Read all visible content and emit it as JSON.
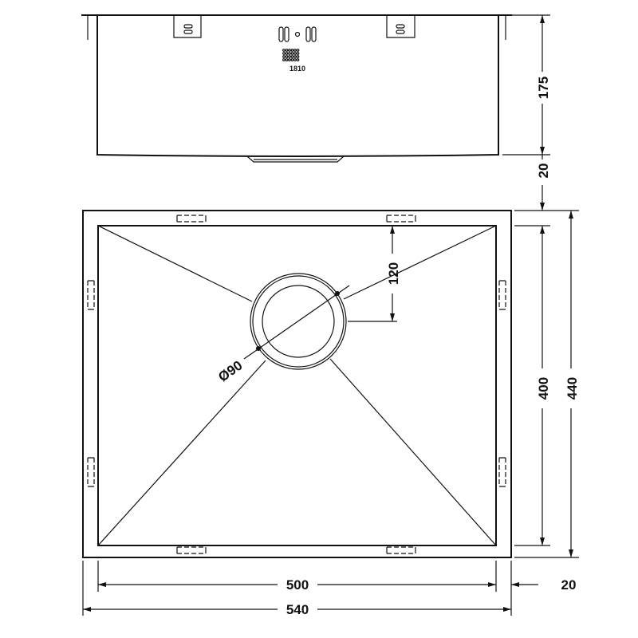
{
  "drawing": {
    "logo_text": "1810",
    "dimensions": {
      "depth": "175",
      "flange_top": "20",
      "bowl_width": "500",
      "overall_width": "540",
      "flange_side": "20",
      "bowl_length": "400",
      "overall_length": "440",
      "drain_offset": "120",
      "drain_diameter": "Ø90"
    },
    "line_color": "#111111",
    "background": "#ffffff"
  }
}
